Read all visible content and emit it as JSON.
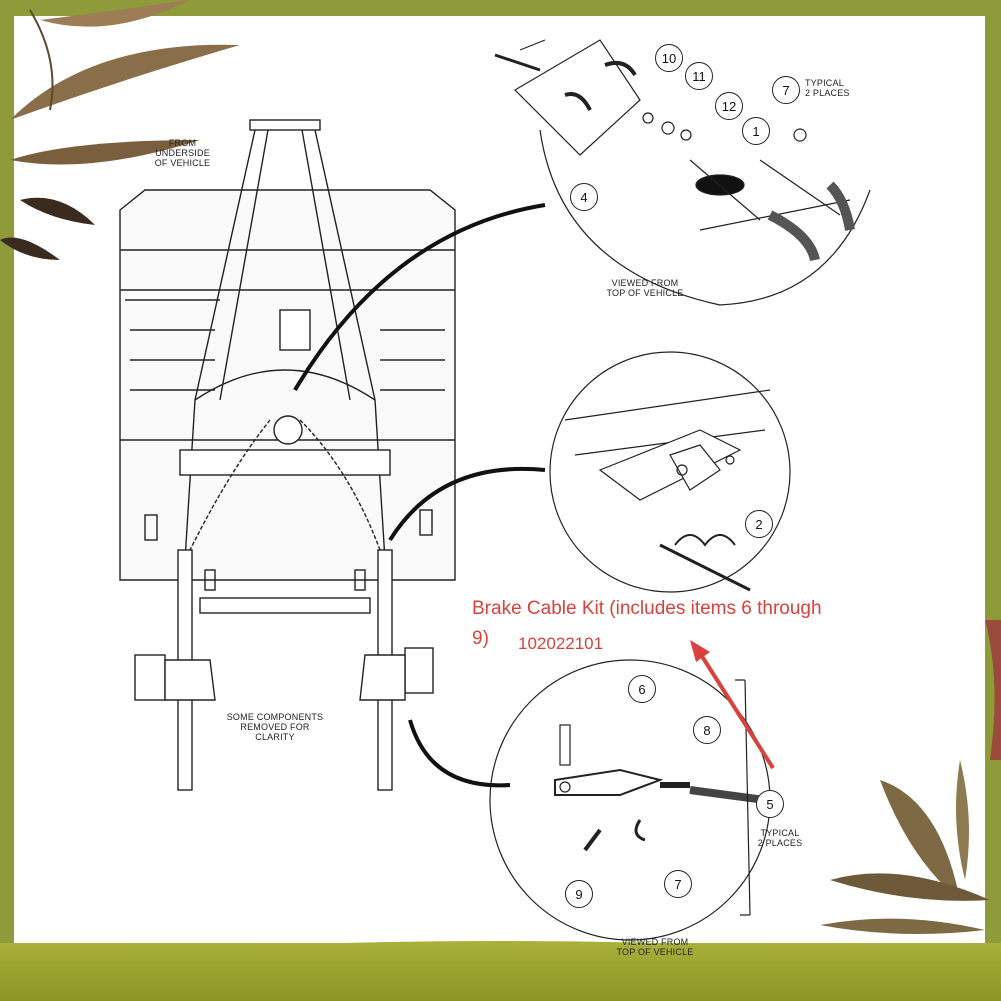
{
  "labels": {
    "underside": "FROM\nUNDERSIDE\nOF VEHICLE",
    "viewed_top_1": "VIEWED FROM\nTOP OF VEHICLE",
    "typical_2_top": "TYPICAL\n2 PLACES",
    "some_components": "SOME COMPONENTS\nREMOVED FOR\nCLARITY",
    "typical_2_bottom": "TYPICAL\n2 PLACES",
    "viewed_top_2": "VIEWED FROM\nTOP OF VEHICLE"
  },
  "callouts": {
    "c10": "10",
    "c11": "11",
    "c12": "12",
    "c7a": "7",
    "c1": "1",
    "c4": "4",
    "c2": "2",
    "c6": "6",
    "c8": "8",
    "c5": "5",
    "c9": "9",
    "c7b": "7"
  },
  "annotation": {
    "line1": "Brake Cable Kit (includes items 6 through",
    "line2": "9)",
    "part_number": "102022101",
    "color": "#d9413c"
  }
}
